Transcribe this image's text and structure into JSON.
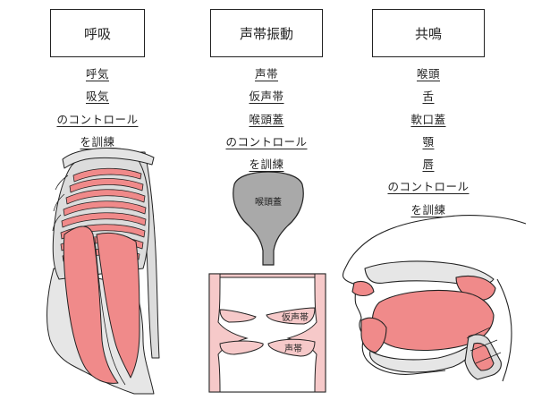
{
  "columns": [
    {
      "title": "呼吸",
      "items": [
        "呼気",
        "吸気",
        "のコントロール",
        "を訓練"
      ]
    },
    {
      "title": "声帯振動",
      "items": [
        "声帯",
        "仮声帯",
        "喉頭蓋",
        "のコントロール",
        "を訓練"
      ]
    },
    {
      "title": "共鳴",
      "items": [
        "喉頭",
        "舌",
        "軟口蓋",
        "顎",
        "唇",
        "のコントロール",
        "を訓練"
      ]
    }
  ],
  "figures": {
    "epiglottis_label": "喉頭蓋",
    "false_vocal_fold_label": "仮声帯",
    "vocal_fold_label": "声帯"
  },
  "colors": {
    "muscle": "#f08a8a",
    "bone": "#dcdcdc",
    "epiglottis": "#a9a9a9",
    "line": "#222222"
  }
}
